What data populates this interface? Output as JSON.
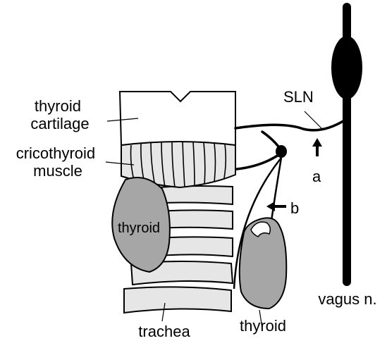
{
  "diagram": {
    "labels": {
      "thyroid_cartilage": [
        "thyroid",
        "cartilage"
      ],
      "cricothyroid_muscle": [
        "cricothyroid",
        "muscle"
      ],
      "thyroid_left": "thyroid",
      "thyroid_right": "thyroid",
      "trachea": "trachea",
      "sln": "SLN",
      "vagus": "vagus n.",
      "arrow_a": "a",
      "arrow_b": "b"
    },
    "colors": {
      "stroke": "#000000",
      "cartilage_fill": "#ffffff",
      "muscle_fill": "#e6e6e6",
      "tracheal_ring_fill": "#e6e6e6",
      "thyroid_fill": "#a6a6a6",
      "ganglion_fill": "#000000"
    }
  }
}
